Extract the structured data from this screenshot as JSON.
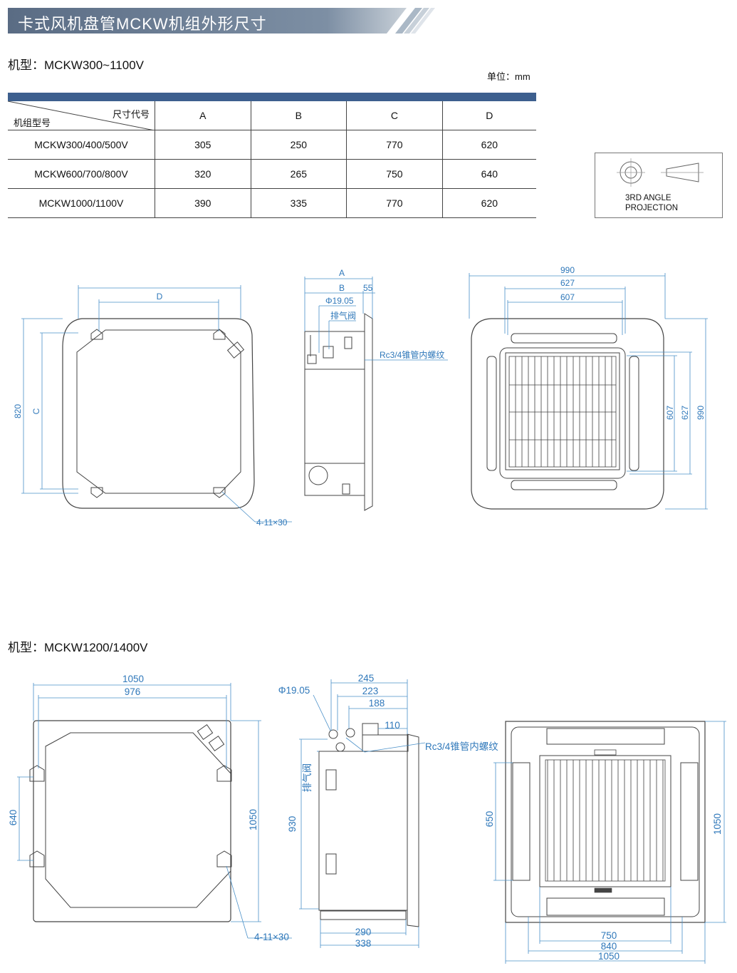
{
  "header": {
    "title": "卡式风机盘管MCKW机组外形尺寸"
  },
  "section1": {
    "model_label": "机型：MCKW300~1100V"
  },
  "unit_label": "单位：mm",
  "table": {
    "corner_top": "尺寸代号",
    "corner_bottom": "机组型号",
    "columns": [
      "A",
      "B",
      "C",
      "D"
    ],
    "rows": [
      {
        "model": "MCKW300/400/500V",
        "values": [
          "305",
          "250",
          "770",
          "620"
        ]
      },
      {
        "model": "MCKW600/700/800V",
        "values": [
          "320",
          "265",
          "750",
          "640"
        ]
      },
      {
        "model": "MCKW1000/1100V",
        "values": [
          "390",
          "335",
          "770",
          "620"
        ]
      }
    ]
  },
  "projection": {
    "line1": "3RD ANGLE",
    "line2": "PROJECTION"
  },
  "drawing1": {
    "top": {
      "d": "D",
      "v820": "820",
      "c": "C",
      "holes": "4-11×30"
    },
    "side": {
      "a": "A",
      "b": "B",
      "d55": "55",
      "phi": "Φ19.05",
      "vent": "排气阀",
      "thread": "Rc3/4锥管内螺纹"
    },
    "bottom": {
      "w990": "990",
      "w627": "627",
      "w607": "607",
      "h607": "607",
      "h627": "627",
      "h990": "990"
    }
  },
  "section2": {
    "model_label": "机型：MCKW1200/1400V"
  },
  "drawing2": {
    "top": {
      "w1050": "1050",
      "w976": "976",
      "h640": "640",
      "h1050": "1050",
      "holes": "4-11×30"
    },
    "side": {
      "phi": "Φ19.05",
      "d245": "245",
      "d223": "223",
      "d188": "188",
      "d110": "110",
      "thread": "Rc3/4锥管内螺纹",
      "vent": "排气阀",
      "h930": "930",
      "w290": "290",
      "w338": "338"
    },
    "bottom": {
      "h650": "650",
      "h1050": "1050",
      "w750": "750",
      "w840": "840",
      "w1050": "1050"
    }
  },
  "colors": {
    "banner": "#5b6f86",
    "table_bar": "#3d5f8e",
    "dimension": "#2f78ba"
  }
}
